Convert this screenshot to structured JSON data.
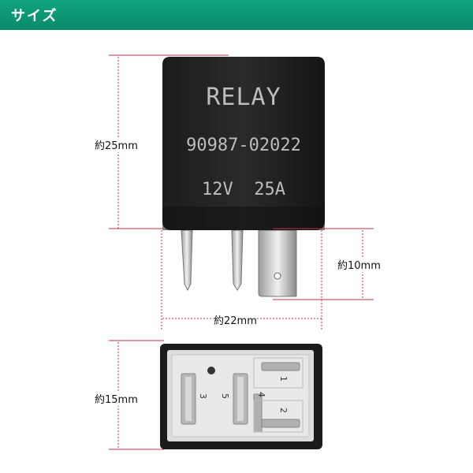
{
  "header": {
    "title": "サイズ"
  },
  "relay_labels": {
    "line1": "RELAY",
    "line2": "90987-02022",
    "line3": "12V  25A"
  },
  "dimensions": {
    "height_top": "約25mm",
    "pin_length": "約10mm",
    "width": "約22mm",
    "height_bottom": "約15mm"
  },
  "pin_numbers": {
    "p3": "3",
    "p5": "5",
    "p4": "4",
    "p1": "1",
    "p2": "2"
  },
  "colors": {
    "header_green": "#0a8a6a",
    "dim_line": "#c0334a"
  }
}
